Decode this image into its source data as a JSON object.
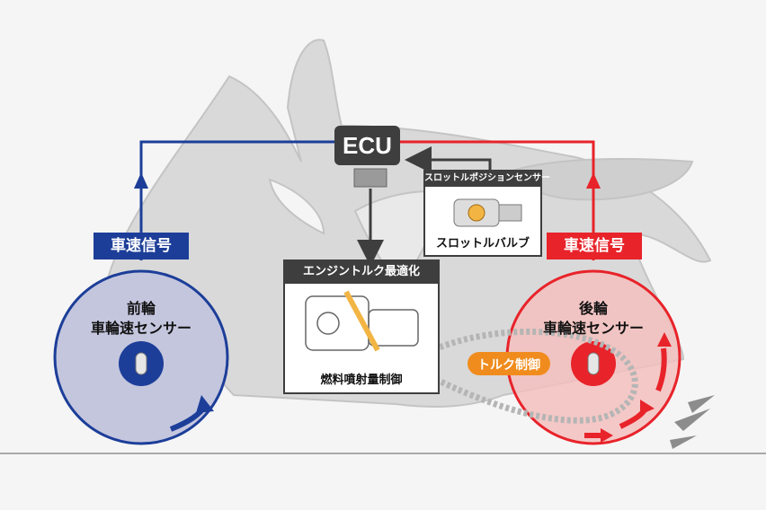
{
  "ecu": {
    "label": "ECU"
  },
  "throttle_sensor": {
    "title": "スロットルポジションセンサー",
    "caption": "スロットルバルブ"
  },
  "engine": {
    "title": "エンジントルク最適化",
    "caption": "燃料噴射量制御"
  },
  "front": {
    "signal_label": "車速信号",
    "wheel_name": "前輪",
    "sensor_name": "車輪速センサー"
  },
  "rear": {
    "signal_label": "車速信号",
    "wheel_name": "後輪",
    "sensor_name": "車輪速センサー"
  },
  "torque_control": {
    "label": "トルク制御"
  },
  "colors": {
    "front_blue": "#1c3e99",
    "rear_red": "#e8232a",
    "ecu_dark": "#3e3e3e",
    "torque_orange": "#f08c1e",
    "bike_silhouette": "#d6d6d6"
  }
}
